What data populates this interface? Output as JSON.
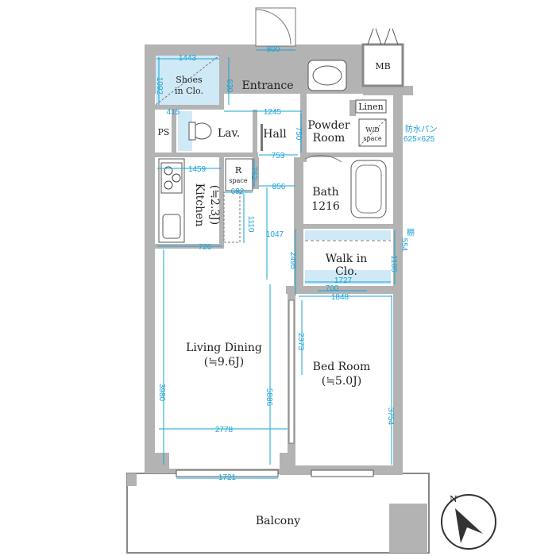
{
  "rooms": {
    "shoes_closet": "Shoes\nin Clo.",
    "entrance": "Entrance",
    "powder_room": "Powder\nRoom",
    "linen": "Linen",
    "ps": "PS",
    "lav": "Lav.",
    "hall": "Hall",
    "wd_space": "W/D\nspace",
    "kitchen": "Kitchen",
    "kitchen_area": "(≒2.3J)",
    "r_space": "R\nspace",
    "bath": "Bath",
    "bath_size": "1216",
    "walk_in_closet": "Walk in\nClo.",
    "living_dining": "Living Dining",
    "living_dining_area": "(≒9.6J)",
    "bed_room": "Bed Room",
    "bed_room_area": "(≒5.0J)",
    "balcony": "Balcony",
    "mb": "MB"
  },
  "notes": {
    "waterproof_pan": "防水パン",
    "waterproof_pan_size": "625×625",
    "shelf": "棚"
  },
  "compass": {
    "label": "N"
  },
  "dimensions": {
    "d800": "800",
    "d1443": "1443",
    "d1092": "1092",
    "d630": "630",
    "d415": "415",
    "d1245": "1245",
    "d750": "750",
    "d753": "753",
    "d1459": "1459",
    "d762": "762",
    "d692": "692",
    "d856": "856",
    "d1110": "1110",
    "d1047": "1047",
    "d726": "726",
    "d554": "554",
    "d1105": "1105",
    "d2495": "2495",
    "d1727": "1727",
    "d700": "700",
    "d1848": "1848",
    "d2373": "2373",
    "d3980": "3980",
    "d5886": "5886",
    "d2778": "2778",
    "d3754": "3754",
    "d1721": "1721"
  },
  "colors": {
    "wall": "#b3b3b3",
    "dimension": "#1aa3d6",
    "closet_fill": "#cfe9f7"
  }
}
